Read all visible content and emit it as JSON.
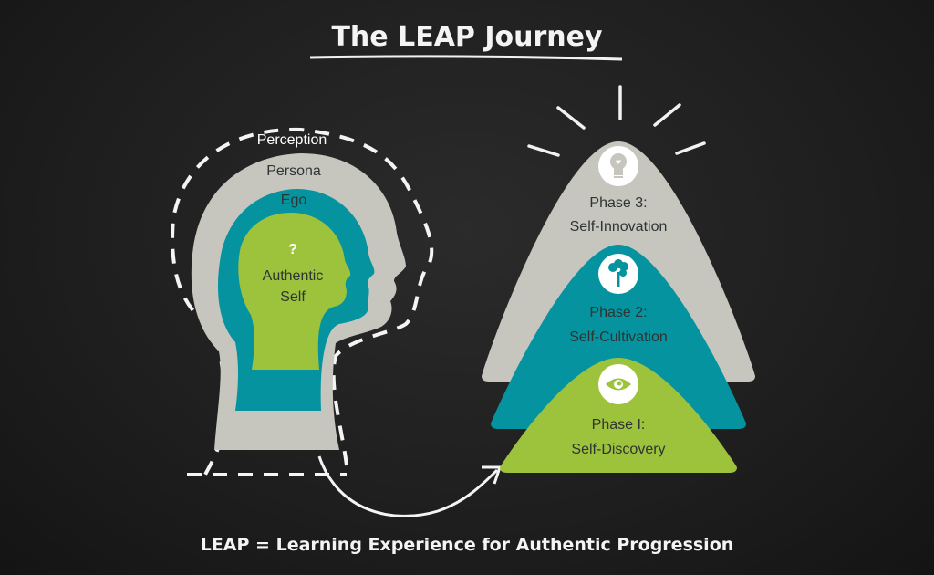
{
  "title": "The LEAP Journey",
  "footer": "LEAP = Learning Experience for Authentic Progression",
  "head": {
    "layers": [
      {
        "label": "Perception",
        "color": "#ffffff"
      },
      {
        "label": "Persona",
        "color": "#c6c6bf"
      },
      {
        "label": "Ego",
        "color": "#05939f"
      },
      {
        "label": "Authentic Self",
        "line1": "Authentic",
        "line2": "Self",
        "color": "#9dc23c"
      }
    ],
    "question_mark": "?"
  },
  "phases": [
    {
      "label": "Phase 3:",
      "name": "Self-Innovation",
      "icon": "lightbulb-icon",
      "color": "#c6c6bf"
    },
    {
      "label": "Phase 2:",
      "name": "Self-Cultivation",
      "icon": "tree-icon",
      "color": "#05939f"
    },
    {
      "label": "Phase I:",
      "name": "Self-Discovery",
      "icon": "eye-icon",
      "color": "#9dc23c"
    }
  ]
}
